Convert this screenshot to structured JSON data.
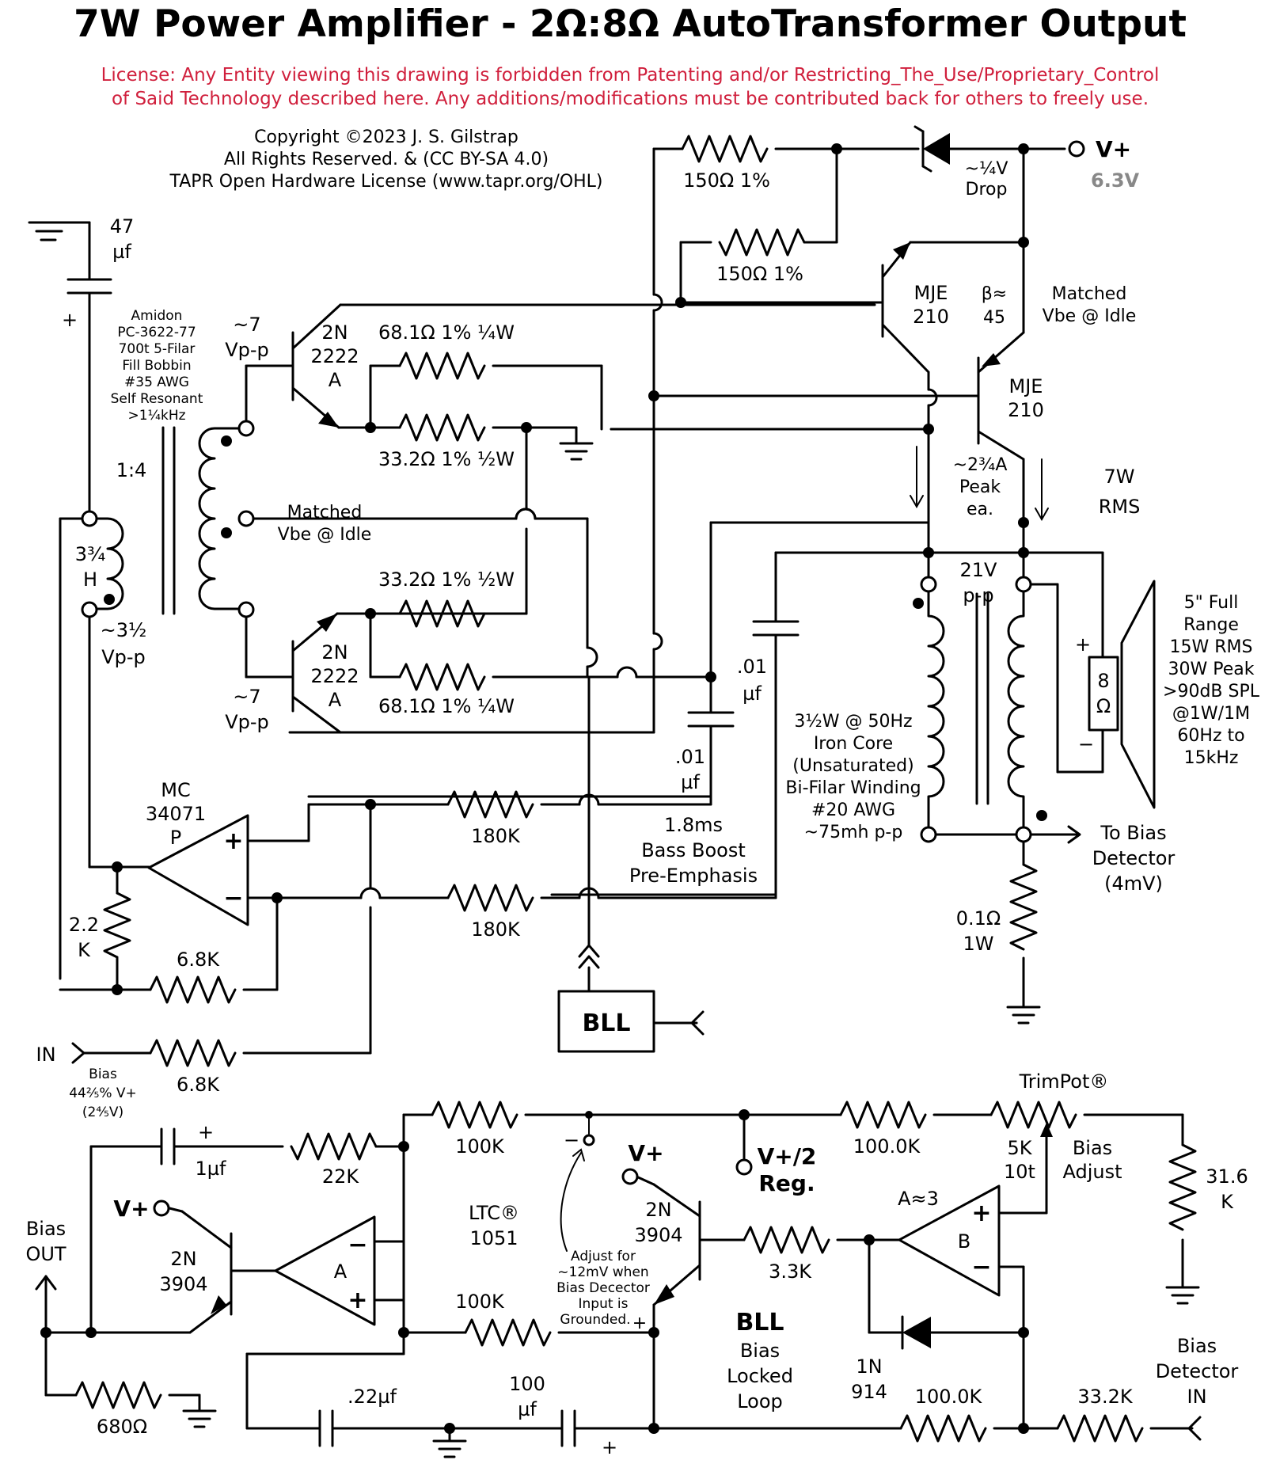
{
  "title": "7W Power Amplifier - 2Ω:8Ω AutoTransformer Output",
  "license": {
    "line1": "License: Any Entity viewing this drawing is forbidden from Patenting and/or Restricting_The_Use/Proprietary_Control",
    "line2": "of Said Technology described here. Any additions/modifications must be contributed back for others to freely use."
  },
  "copyright": {
    "line1": "Copyright ©2023 J. S. Gilstrap",
    "line2": "All Rights Reserved. & (CC BY-SA 4.0)",
    "line3": "TAPR Open Hardware License (www.tapr.org/OHL)"
  },
  "colors": {
    "license": "#d01f3c",
    "supply_note": "#888888"
  },
  "supply": {
    "vplus": "V+",
    "voltage": "6.3V",
    "drop1": "~¼V",
    "drop2": "Drop"
  },
  "res": {
    "r150a": "150Ω 1%",
    "r150b": "150Ω 1%",
    "r68a": "68.1Ω 1% ¼W",
    "r33a": "33.2Ω 1% ½W",
    "r33b": "33.2Ω 1% ½W",
    "r68b": "68.1Ω 1% ¼W",
    "r180a": "180K",
    "r180b": "180K",
    "r68k_fb": "6.8K",
    "r68k_in": "6.8K",
    "r2k2_a": "2.2",
    "r2k2_b": "K",
    "r01a": "0.1Ω",
    "r01b": "1W",
    "r100k_a": "100K",
    "r100k_b": "100K",
    "r100_0k_a": "100.0K",
    "r100_0k_b": "100.0K",
    "r22k": "22K",
    "r3k3": "3.3K",
    "r680": "680Ω",
    "r33_2k": "33.2K",
    "r31a": "31.6",
    "r31b": "K"
  },
  "caps": {
    "c47a": "47",
    "c47b": "µf",
    "c01a_1": ".01",
    "c01a_2": "µf",
    "c01b_1": ".01",
    "c01b_2": "µf",
    "c1u": "1µf",
    "c22": ".22µf",
    "c100a": "100",
    "c100b": "µf"
  },
  "xfmr": {
    "l1": "Amidon",
    "l2": "PC-3622-77",
    "l3": "700t  5-Filar",
    "l4": "Fill Bobbin",
    "l5": "#35 AWG",
    "l6": "Self Resonant",
    "l7": ">1¼kHz",
    "ratio": "1:4",
    "ind1": "3¾",
    "ind2": "H",
    "vp1": "~3½",
    "vp2": "Vp-p",
    "matched1": "Matched",
    "matched2": "Vbe @ Idle",
    "vtop1": "~7",
    "vtop2": "Vp-p",
    "vbot1": "~7",
    "vbot2": "Vp-p"
  },
  "transistors": {
    "q1a": "2N",
    "q1b": "2222",
    "q1c": "A",
    "q2a": "2N",
    "q2b": "2222",
    "q2c": "A",
    "mje1a": "MJE",
    "mje1b": "210",
    "mje2a": "MJE",
    "mje2b": "210",
    "beta1": "β≈",
    "beta2": "45",
    "match1": "Matched",
    "match2": "Vbe @ Idle",
    "peak1": "~2¾A",
    "peak2": "Peak",
    "peak3": "ea.",
    "q3a": "2N",
    "q3b": "3904",
    "q4a": "2N",
    "q4b": "3904"
  },
  "output": {
    "rms1": "7W",
    "rms2": "RMS",
    "vpp1": "21V",
    "vpp2": "p-p",
    "core1": "3½W @ 50Hz",
    "core2": "Iron Core",
    "core3": "(Unsaturated)",
    "core4": "Bi-Filar Winding",
    "core5": "#20 AWG",
    "core6": "~75mh p-p",
    "spk_ohm1": "8",
    "spk_ohm2": "Ω",
    "spk1": "5\" Full",
    "spk2": "Range",
    "spk3": "15W RMS",
    "spk4": "30W Peak",
    "spk5": ">90dB SPL",
    "spk6": "@1W/1M",
    "spk7": "60Hz to",
    "spk8": "15kHz",
    "bias1": "To Bias",
    "bias2": "Detector",
    "bias3": "(4mV)"
  },
  "opamp": {
    "n1": "MC",
    "n2": "34071",
    "n3": "P"
  },
  "boost": {
    "b1": "1.8ms",
    "b2": "Bass Boost",
    "b3": "Pre-Emphasis"
  },
  "bll_box": "BLL",
  "input": {
    "in": "IN",
    "b1": "Bias",
    "b2": "44⅖% V+",
    "b3": "(2⅘V)"
  },
  "bll": {
    "title": "BLL",
    "d1": "Bias",
    "d2": "Locked",
    "d3": "Loop",
    "ltc1": "LTC®",
    "ltc2": "1051",
    "adj1": "Adjust for",
    "adj2": "~12mV when",
    "adj3": "Bias Decector",
    "adj4": "Input is",
    "adj5": "Grounded.",
    "vhalf1": "V+/2",
    "vhalf2": "Reg.",
    "gain": "A≈3",
    "amp_a": "A",
    "amp_b": "B",
    "trim": "TrimPot®",
    "trim1": "5K",
    "trim2": "10t",
    "adj_b1": "Bias",
    "adj_b2": "Adjust",
    "diode1": "1N",
    "diode2": "914",
    "out1": "Bias",
    "out2": "OUT",
    "det1": "Bias",
    "det2": "Detector",
    "det3": "IN",
    "vplus": "V+"
  }
}
